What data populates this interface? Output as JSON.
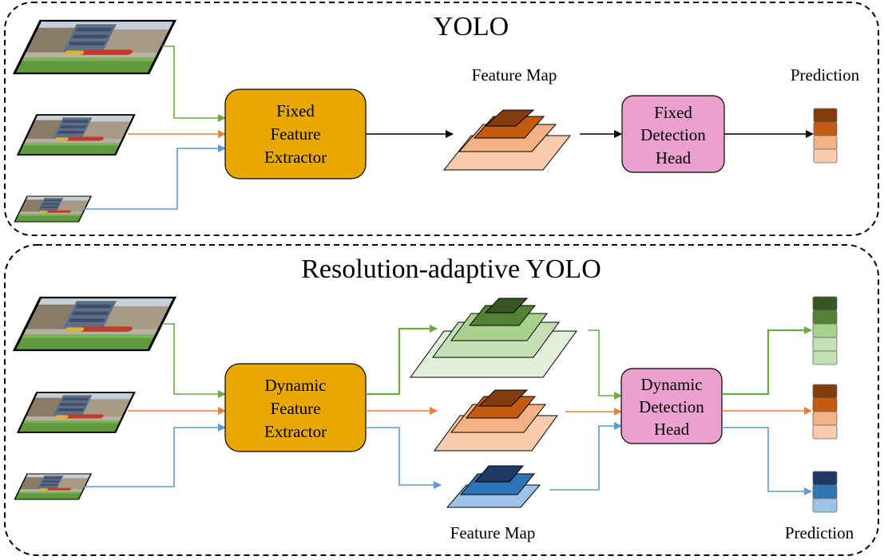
{
  "top_panel": {
    "title": "YOLO",
    "extractor_label": [
      "Fixed",
      "Feature",
      "Extractor"
    ],
    "head_label": [
      "Fixed",
      "Detection",
      "Head"
    ],
    "feature_map_label": "Feature Map",
    "prediction_label": "Prediction"
  },
  "bottom_panel": {
    "title": "Resolution-adaptive YOLO",
    "extractor_label": [
      "Dynamic",
      "Feature",
      "Extractor"
    ],
    "head_label": [
      "Dynamic",
      "Detection",
      "Head"
    ],
    "feature_map_label": "Feature Map",
    "prediction_label": "Prediction"
  },
  "colors": {
    "extractor_fill": "#E9A800",
    "head_fill": "#EBA1CE",
    "arrow_green": "#6AAB46",
    "arrow_orange": "#EE7E3C",
    "arrow_blue": "#5B9BD5",
    "orange_layers": [
      "#843C0C",
      "#C55A11",
      "#F4B183",
      "#F8CBAD"
    ],
    "green_layers": [
      "#375623",
      "#548235",
      "#A9D18E",
      "#C5E0B4",
      "#E2F0D9"
    ],
    "blue_layers": [
      "#1F3864",
      "#2E75B6",
      "#9DC3E6"
    ]
  }
}
